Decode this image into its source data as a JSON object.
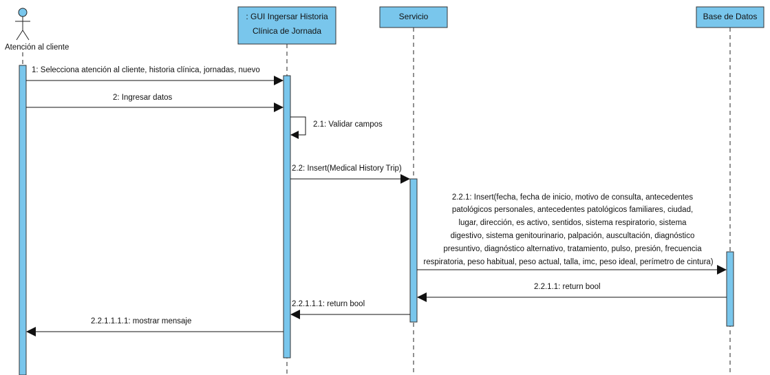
{
  "actor": {
    "name": "Atención al cliente"
  },
  "lifelines": [
    {
      "id": "gui",
      "lines": [
        ": GUI Ingersar Historia",
        "Clínica de Jornada"
      ]
    },
    {
      "id": "servicio",
      "lines": [
        "Servicio"
      ]
    },
    {
      "id": "bd",
      "lines": [
        "Base de Datos"
      ]
    }
  ],
  "messages": [
    {
      "id": "m1",
      "text": "1: Selecciona atención al cliente, historia clínica, jornadas, nuevo"
    },
    {
      "id": "m2",
      "text": "2: Ingresar datos"
    },
    {
      "id": "m21",
      "text": "2.1: Validar campos"
    },
    {
      "id": "m22",
      "text": "2.2: Insert(Medical History Trip)"
    },
    {
      "id": "m221",
      "lines": [
        "2.2.1: Insert(fecha, fecha de inicio, motivo de consulta, antecedentes",
        "patológicos personales, antecedentes patológicos familiares, ciudad,",
        "lugar, dirección, es activo, sentidos, sistema respiratorio, sistema",
        "digestivo, sistema genitourinario, palpación, auscultación, diagnóstico",
        "presuntivo, diagnóstico alternativo, tratamiento, pulso, presión, frecuencia",
        "respiratoria, peso habitual, peso actual, talla, imc, peso ideal, perímetro de cintura)"
      ]
    },
    {
      "id": "m2211",
      "text": "2.2.1.1: return bool"
    },
    {
      "id": "m22111",
      "text": "2.2.1.1.1: return bool"
    },
    {
      "id": "m221111",
      "text": "2.2.1.1.1.1: mostrar mensaje"
    }
  ]
}
